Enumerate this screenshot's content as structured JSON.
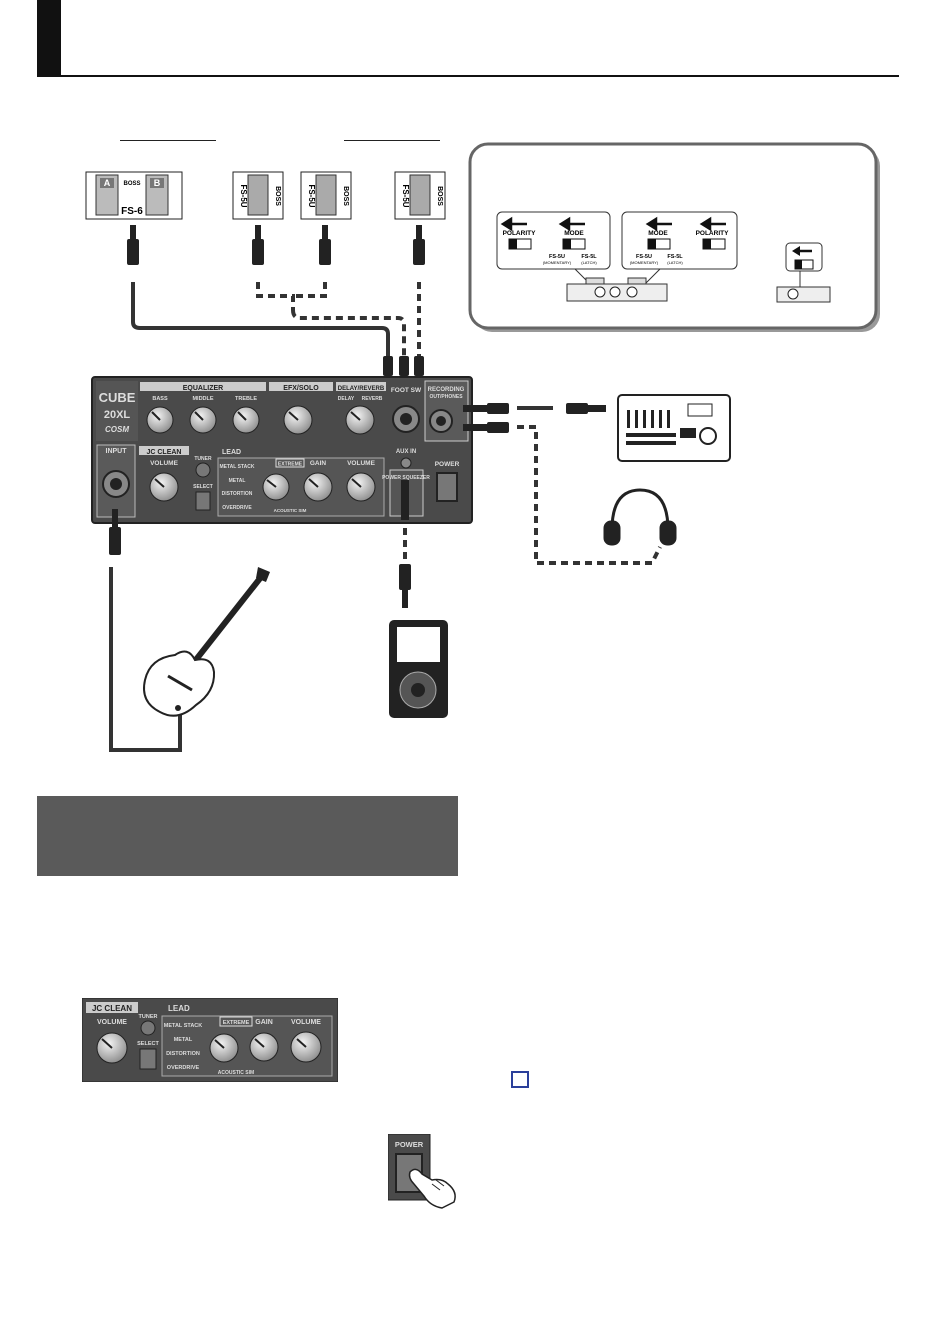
{
  "diagram": {
    "pedal_fs6": {
      "label": "FS-6",
      "brand": "BOSS",
      "switch_a": "A",
      "switch_b": "B"
    },
    "pedal_fs5u": {
      "label": "FS-5U",
      "brand": "BOSS"
    },
    "polarity_panel": {
      "polarity_label": "POLARITY",
      "mode_label": "MODE",
      "mode_option_1": "FS-5U",
      "mode_option_1_sub": "(MOMENTARY)",
      "mode_option_2": "FS-5L",
      "mode_option_2_sub": "(LATCH)"
    },
    "amp": {
      "logo": "CUBE",
      "model": "20XL",
      "cosm": "COSM",
      "equalizer": "EQUALIZER",
      "bass": "BASS",
      "middle": "MIDDLE",
      "treble": "TREBLE",
      "efx_solo": "EFX/SOLO",
      "delay_reverb": "DELAY/REVERB",
      "delay": "DELAY",
      "reverb": "REVERB",
      "foot_sw": "FOOT SW",
      "recording_out": "RECORDING",
      "out_phones": "OUT/PHONES",
      "input": "INPUT",
      "jc_clean": "JC CLEAN",
      "lead": "LEAD",
      "volume": "VOLUME",
      "gain": "GAIN",
      "tuner": "TUNER",
      "select": "SELECT",
      "metal_stack": "METAL STACK",
      "metal": "METAL",
      "distortion": "DISTORTION",
      "overdrive": "OVERDRIVE",
      "extreme": "EXTREME",
      "acoustic_sim": "ACOUSTIC SIM",
      "aux_in": "AUX IN",
      "power_squeezer": "POWER SQUEEZER",
      "power": "POWER"
    },
    "power_button": {
      "label": "POWER"
    }
  },
  "colors": {
    "dark": "#111111",
    "panel": "#4a4a4a",
    "gray_band": "#5a5a5a",
    "accent_box": "#2a3f9a"
  }
}
